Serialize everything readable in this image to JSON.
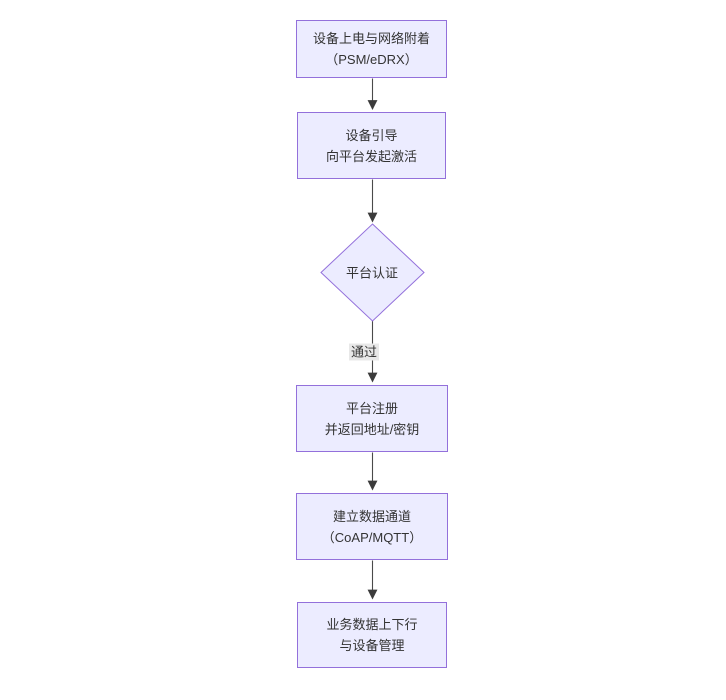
{
  "diagram": {
    "type": "flowchart",
    "direction": "top-down",
    "nodes": [
      {
        "id": "power_attach",
        "shape": "rect",
        "lines": [
          "设备上电与网络附着",
          "（PSM/eDRX）"
        ]
      },
      {
        "id": "bootstrap",
        "shape": "rect",
        "lines": [
          "设备引导",
          "向平台发起激活"
        ]
      },
      {
        "id": "platform_auth",
        "shape": "diamond",
        "lines": [
          "平台认证"
        ]
      },
      {
        "id": "platform_register",
        "shape": "rect",
        "lines": [
          "平台注册",
          "并返回地址/密钥"
        ]
      },
      {
        "id": "data_channel",
        "shape": "rect",
        "lines": [
          "建立数据通道",
          "（CoAP/MQTT）"
        ]
      },
      {
        "id": "business_data",
        "shape": "rect",
        "lines": [
          "业务数据上下行",
          "与设备管理"
        ]
      }
    ],
    "edges": [
      {
        "from": "power_attach",
        "to": "bootstrap",
        "label": ""
      },
      {
        "from": "bootstrap",
        "to": "platform_auth",
        "label": ""
      },
      {
        "from": "platform_auth",
        "to": "platform_register",
        "label": "通过"
      },
      {
        "from": "platform_register",
        "to": "data_channel",
        "label": ""
      },
      {
        "from": "data_channel",
        "to": "business_data",
        "label": ""
      }
    ],
    "colors": {
      "node_fill": "#ECECFF",
      "node_border": "#9370DB",
      "edge": "#4a4a4a",
      "edge_label_bg": "#e8e8e8",
      "text": "#333333",
      "background": "#ffffff"
    }
  }
}
